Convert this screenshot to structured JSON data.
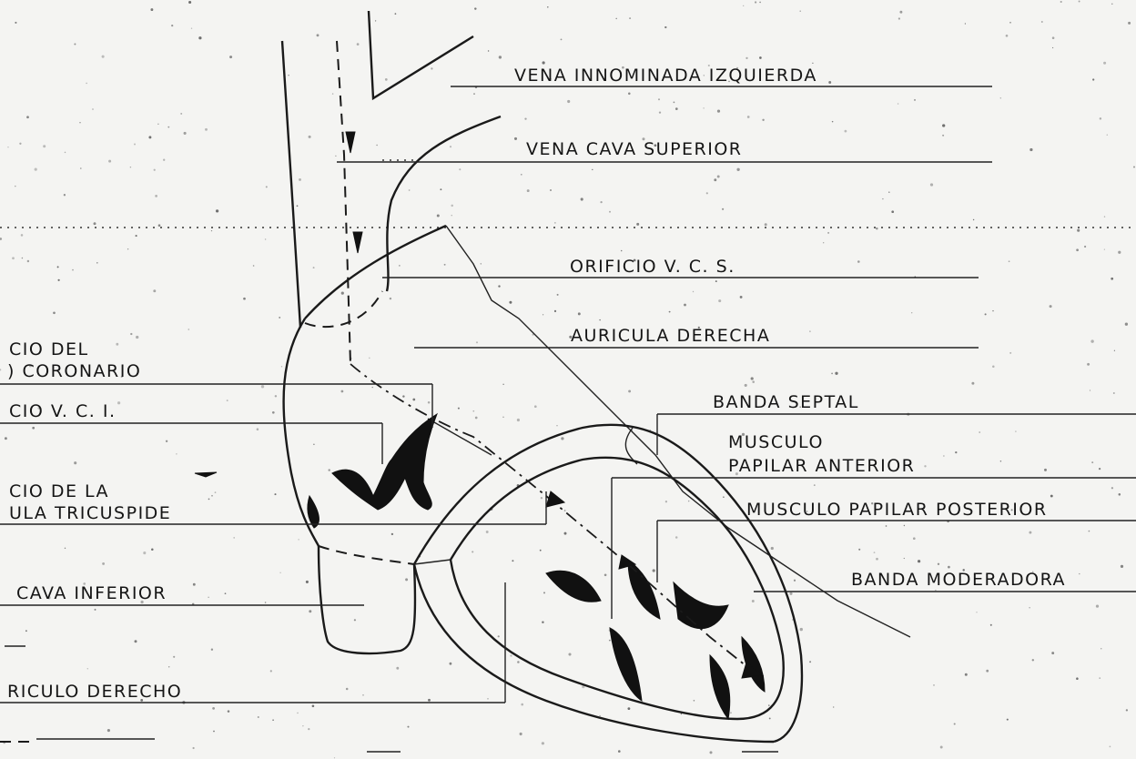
{
  "labels": {
    "vena_innominada": "VENA  INNOMINADA  IZQUIERDA",
    "vena_cava_superior": "VENA  CAVA  SUPERIOR",
    "orificio_vcs": "ORIFICIO   V. C. S.",
    "auricula_derecha": "AURICULA  DERECHA",
    "seno_coronario_1": "CIO  DEL",
    "seno_coronario_2": ") CORONARIO",
    "orificio_vci": "CIO   V. C. I.",
    "banda_septal": "BANDA  SEPTAL",
    "musculo_anterior_1": "MUSCULO",
    "musculo_anterior_2": "PAPILAR  ANTERIOR",
    "valvula_1": "CIO  DE  LA",
    "valvula_2": "ULA  TRICUSPIDE",
    "musculo_posterior": "MUSCULO  PAPILAR  POSTERIOR",
    "banda_moderadora": "BANDA  MODERADORA",
    "vena_cava_inferior": "CAVA  INFERIOR",
    "ventriculo_derecho": "RICULO   DERECHO"
  }
}
